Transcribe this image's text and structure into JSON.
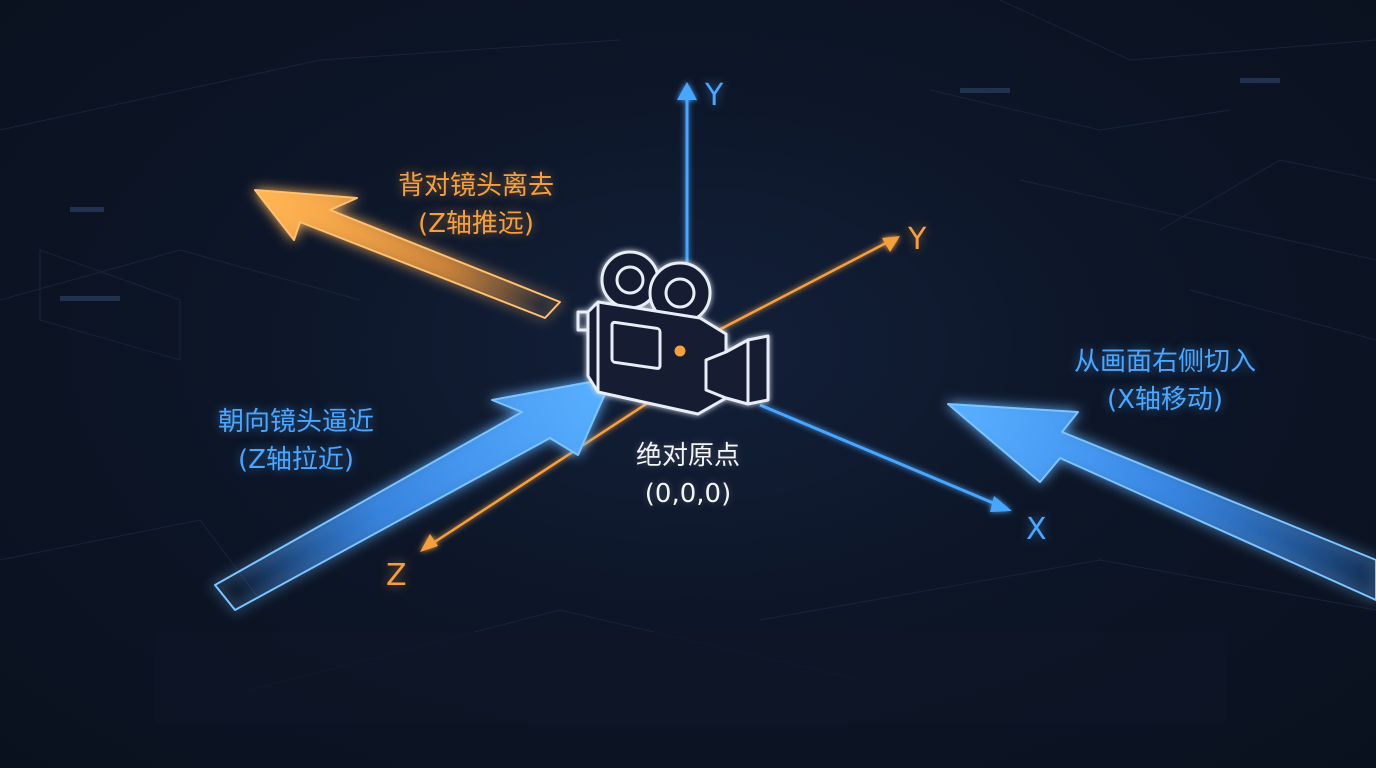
{
  "axes": {
    "y_vertical": "Y",
    "y_diagonal": "Y",
    "x": "X",
    "z": "Z"
  },
  "labels": {
    "away": {
      "line1": "背对镜头离去",
      "line2": "(Z轴推远)"
    },
    "toward": {
      "line1": "朝向镜头逼近",
      "line2": "(Z轴拉近)"
    },
    "right": {
      "line1": "从画面右侧切入",
      "line2": "(X轴移动)"
    },
    "origin": {
      "line1": "绝对原点",
      "line2": "(0,0,0)"
    }
  },
  "icons": [
    "movie-camera-icon"
  ],
  "colors": {
    "orange": "#f5a040",
    "blue": "#4aa6ff",
    "white": "#f2f5fa",
    "background": "#0b1220"
  }
}
